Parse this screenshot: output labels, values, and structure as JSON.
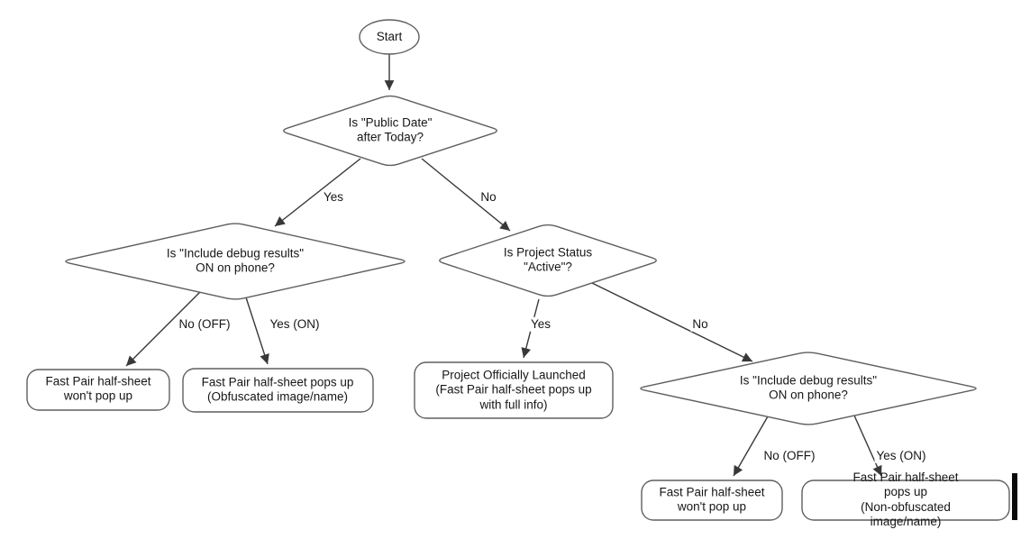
{
  "colors": {
    "background": "#ffffff",
    "shape_fill": "#ffffff",
    "shape_stroke": "#5f5f5f",
    "arrow_stroke": "#383838",
    "text": "#161616"
  },
  "nodes": {
    "start": {
      "label": "Start",
      "shape": "terminator"
    },
    "public_date": {
      "label": "Is \"Public Date\"\nafter Today?",
      "shape": "decision"
    },
    "debug_left": {
      "label": "Is \"Include debug results\"\nON on phone?",
      "shape": "decision"
    },
    "project_status": {
      "label": "Is Project Status\n\"Active\"?",
      "shape": "decision"
    },
    "debug_right": {
      "label": "Is \"Include debug results\"\nON on phone?",
      "shape": "decision"
    },
    "no_popup_left": {
      "label": "Fast Pair half-sheet\nwon't pop up",
      "shape": "result"
    },
    "obfuscated": {
      "label": "Fast Pair half-sheet pops up\n(Obfuscated image/name)",
      "shape": "result"
    },
    "launched": {
      "label": "Project Officially Launched\n(Fast Pair half-sheet pops up\nwith full info)",
      "shape": "result"
    },
    "no_popup_right": {
      "label": "Fast Pair half-sheet\nwon't pop up",
      "shape": "result"
    },
    "non_obfuscated": {
      "label": "Fast Pair half-sheet pops up\n(Non-obfuscated image/name)",
      "shape": "result"
    }
  },
  "edges": {
    "d1_yes": {
      "label": "Yes"
    },
    "d1_no": {
      "label": "No"
    },
    "d2_no_off": {
      "label": "No (OFF)"
    },
    "d2_yes_on": {
      "label": "Yes (ON)"
    },
    "d3_yes": {
      "label": "Yes"
    },
    "d3_no": {
      "label": "No"
    },
    "d4_no_off": {
      "label": "No (OFF)"
    },
    "d4_yes_on": {
      "label": "Yes (ON)"
    }
  }
}
